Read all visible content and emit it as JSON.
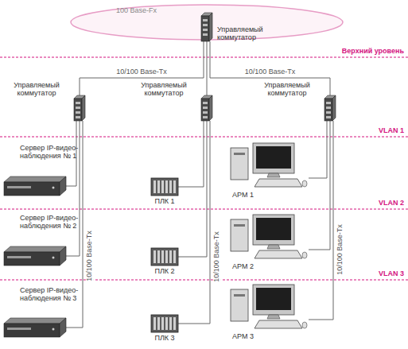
{
  "diagram": {
    "nodes": [
      {
        "text": [
          "100 Base-Fx"
        ]
      },
      {
        "text": [
          "Управляемый коммутатор"
        ]
      },
      {
        "text": [
          "Управляемый коммутатор"
        ]
      },
      {
        "text": [
          "Управляемый коммутатор"
        ]
      },
      {
        "text": [
          "Управляемый коммутатор"
        ]
      },
      {
        "text": [
          "Сервер IP-видео-наблюдения № 1"
        ]
      },
      {
        "text": [
          "ПЛК 1"
        ]
      },
      {
        "text": [
          "АРМ 1"
        ]
      },
      {
        "text": [
          "Сервер IP-видео-наблюдения № 2"
        ]
      },
      {
        "text": [
          "ПЛК 2"
        ]
      },
      {
        "text": [
          "АРМ 2"
        ]
      },
      {
        "text": [
          "Сервер IP-видео-наблюдения № 3"
        ]
      },
      {
        "text": [
          "ПЛК 3"
        ]
      },
      {
        "text": [
          "АРМ 3"
        ]
      }
    ],
    "edges": [
      {
        "from": 1,
        "to": 2,
        "arrow": "none",
        "label": "10/100 Base-Tx"
      },
      {
        "from": 1,
        "to": 3,
        "arrow": "none"
      },
      {
        "from": 1,
        "to": 4,
        "arrow": "none",
        "label": "10/100 Base-Tx"
      },
      {
        "from": 2,
        "to": 5,
        "arrow": "none"
      },
      {
        "from": 2,
        "to": 8,
        "arrow": "none",
        "label": "10/100 Base-Tx"
      },
      {
        "from": 2,
        "to": 11,
        "arrow": "none"
      },
      {
        "from": 3,
        "to": 6,
        "arrow": "none"
      },
      {
        "from": 3,
        "to": 9,
        "arrow": "none",
        "label": "10/100 Base-Tx"
      },
      {
        "from": 3,
        "to": 12,
        "arrow": "none"
      },
      {
        "from": 4,
        "to": 7,
        "arrow": "none"
      },
      {
        "from": 4,
        "to": 10,
        "arrow": "none",
        "label": "10/100 Base-Tx"
      },
      {
        "from": 4,
        "to": 13,
        "arrow": "none"
      }
    ],
    "labels": [
      "Верхний уровень",
      "VLAN 1",
      "VLAN 2",
      "VLAN 3"
    ]
  }
}
